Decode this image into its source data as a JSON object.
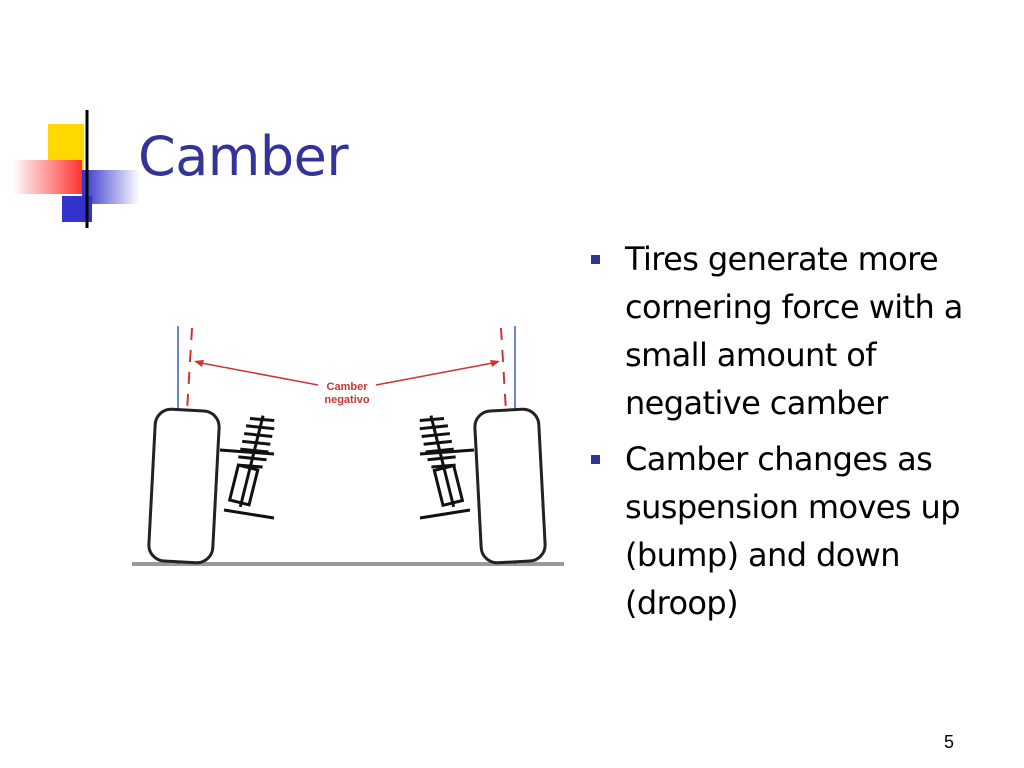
{
  "slide": {
    "title": "Camber",
    "bullets": [
      "Tires generate more cornering force with a small amount of negative camber",
      "Camber changes as suspension moves up (bump) and down (droop)"
    ],
    "page_number": "5"
  },
  "figure": {
    "label_line1": "Camber",
    "label_line2": "negativo"
  },
  "colors": {
    "title": "#333399",
    "bullet_marker": "#333399",
    "accent_yellow": "#ffd800",
    "accent_red": "#ff3333",
    "accent_blue": "#3333cc",
    "guide_red": "#cc3333"
  }
}
